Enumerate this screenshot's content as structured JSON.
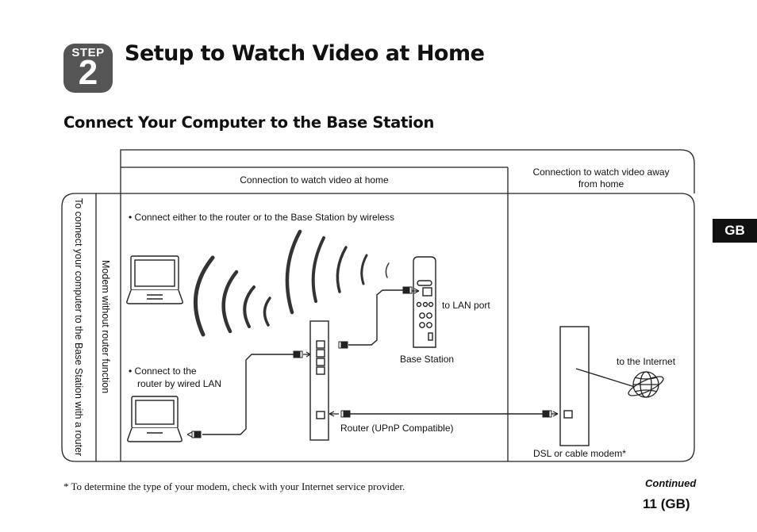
{
  "header": {
    "step_word": "STEP",
    "step_number": "2",
    "title": "Setup to Watch Video at Home"
  },
  "section": {
    "subtitle": "Connect Your Computer to the Base Station"
  },
  "side_tab": {
    "label": "GB"
  },
  "diagram": {
    "col_home": "Connection to watch video at home",
    "col_away_line1": "Connection to watch video away",
    "col_away_line2": "from home",
    "row_outer": "To connect your computer to the Base Station with a router",
    "row_inner": "Modem without router function",
    "wireless_note": "•  Connect either to the router or to the Base Station by wireless",
    "wired_note_line1": "•  Connect to the",
    "wired_note_line2": "router by wired LAN",
    "to_lan_port": "to LAN port",
    "base_station": "Base Station",
    "router": "Router (UPnP Compatible)",
    "to_internet": "to the Internet",
    "modem": "DSL or cable modem*"
  },
  "footer": {
    "footnote": "* To determine the type of your modem, check with your Internet service provider.",
    "continued": "Continued",
    "page": "11 (GB)"
  },
  "colors": {
    "step_badge": "#555555",
    "tab": "#111111",
    "line": "#222222"
  }
}
